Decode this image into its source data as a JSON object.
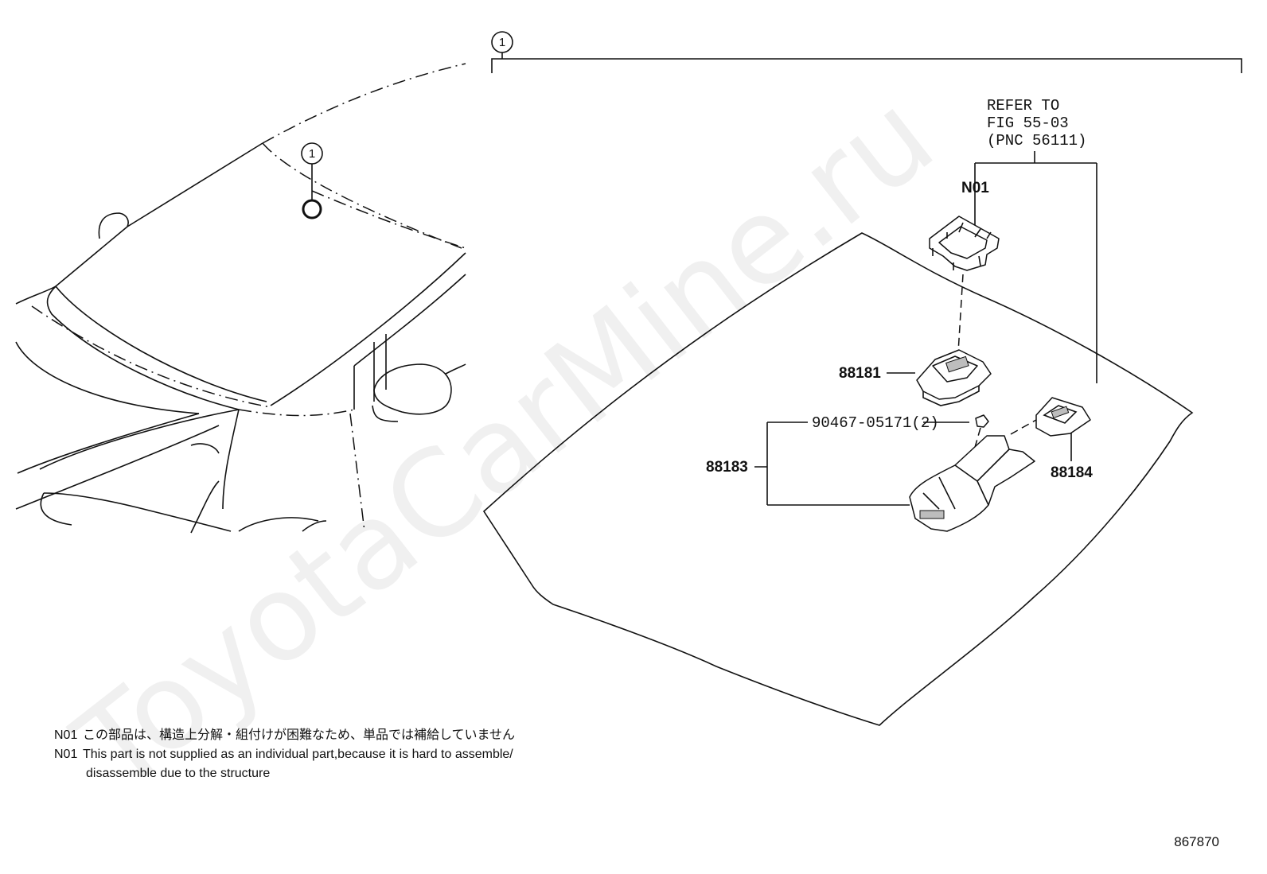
{
  "callouts": {
    "one": "1"
  },
  "refer": {
    "line1": "REFER TO",
    "line2": "FIG 55-03",
    "line3": "(PNC 56111)"
  },
  "parts": {
    "n01": "N01",
    "p88181": "88181",
    "p90467": "90467-05171(2)",
    "p88183": "88183",
    "p88184": "88184"
  },
  "notes": {
    "code1": "N01",
    "text1": "この部品は、構造上分解・組付けが困難なため、単品では補給していません",
    "code2": "N01",
    "text2": "This part is not supplied as an individual part,because it is hard to assemble/",
    "text3": "disassemble due to the structure"
  },
  "figure_id": "867870",
  "watermark": "ToyotaCarMine.ru"
}
